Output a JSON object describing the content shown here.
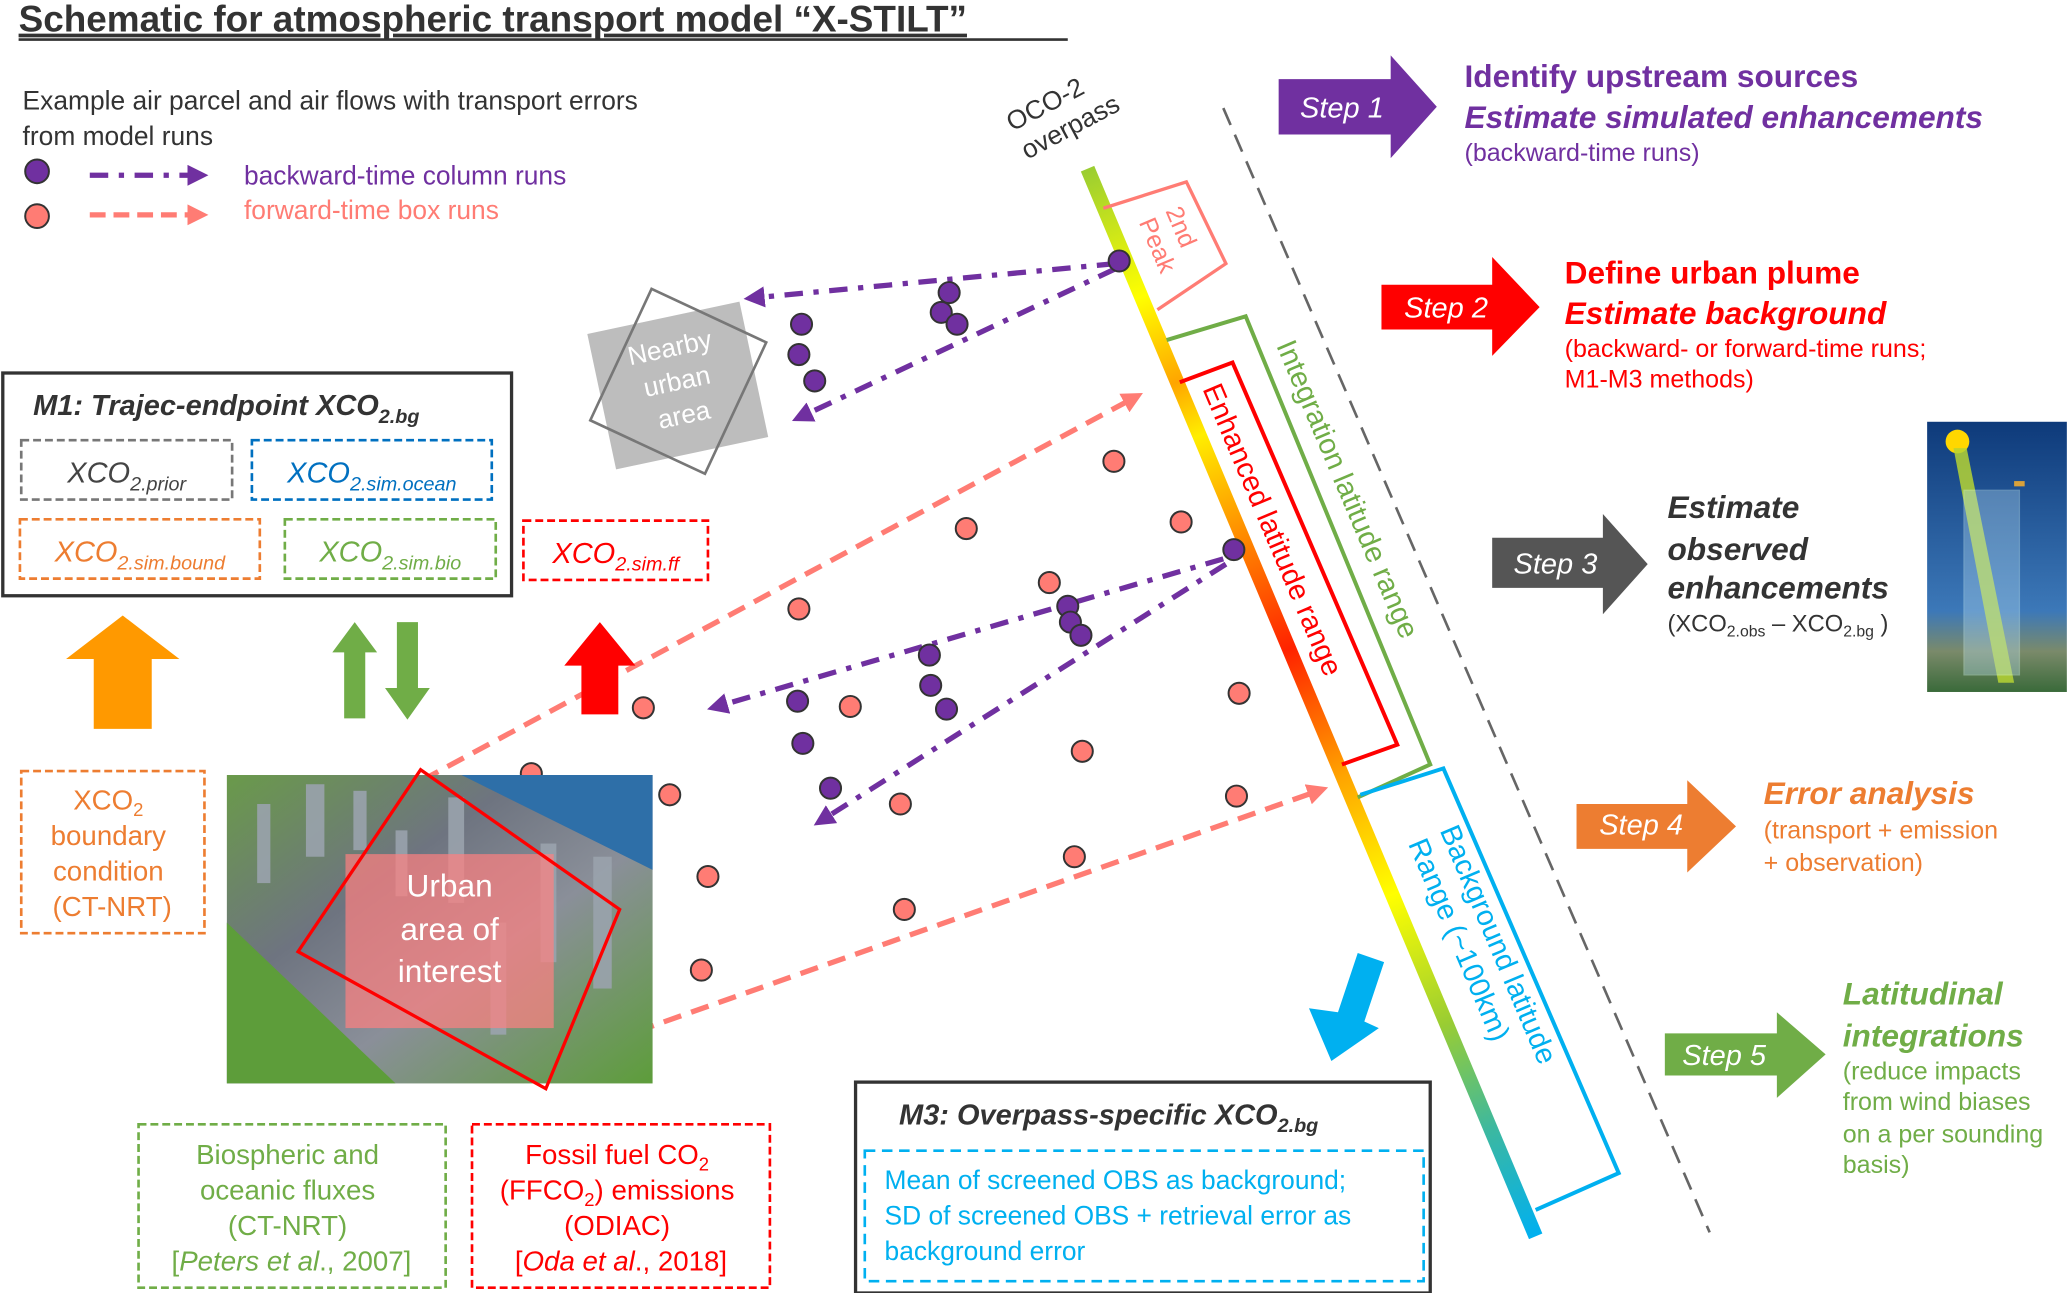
{
  "title": "Schematic for atmospheric transport model “X-STILT”",
  "legend": {
    "intro_line1": "Example air parcel and air flows with transport errors",
    "intro_line2": "from model runs",
    "backward": "backward-time column runs",
    "forward": "forward-time box runs"
  },
  "colors": {
    "purple": "#7030a0",
    "pink": "#ff7c74",
    "red": "#ff0000",
    "orange": "#ed7d31",
    "green": "#70ad47",
    "blue": "#00b0f0",
    "gray": "#555555"
  },
  "overpass_label": [
    "OCO-2",
    "overpass"
  ],
  "peak_label": [
    "2nd",
    "Peak"
  ],
  "nearby": [
    "Nearby",
    "urban",
    "area"
  ],
  "ranges": {
    "integration": "Integration latitude range",
    "enhanced": "Enhanced latitude range",
    "background1": "Background latitude",
    "background2": "Range (~100km)"
  },
  "m1": {
    "title": "M1: Trajec-endpoint XCO",
    "title_sub": "2.bg",
    "boxes": [
      {
        "base": "XCO",
        "sub": "2.prior"
      },
      {
        "base": "XCO",
        "sub": "2.sim.ocean"
      },
      {
        "base": "XCO",
        "sub": "2.sim.bound"
      },
      {
        "base": "XCO",
        "sub": "2.sim.bio"
      }
    ],
    "ff": {
      "base": "XCO",
      "sub": "2.sim.ff"
    }
  },
  "boundary": {
    "l1": "XCO",
    "l1sub": "2",
    "l2": "boundary",
    "l3": "condition",
    "l4": "(CT-NRT)"
  },
  "urban": [
    "Urban",
    "area of",
    "interest"
  ],
  "bio": {
    "l1": "Biospheric and",
    "l2": "oceanic fluxes",
    "l3": "(CT-NRT)",
    "l4a": "[",
    "l4b": "Peters et al",
    "l4c": "., 2007]"
  },
  "fossil": {
    "l1": "Fossil fuel CO",
    "l1sub": "2",
    "l2a": "(FFCO",
    "l2sub": "2",
    "l2b": ") emissions",
    "l3": "(ODIAC)",
    "l4a": "[",
    "l4b": "Oda et al",
    "l4c": "., 2018]"
  },
  "m3": {
    "title": "M3: Overpass-specific XCO",
    "title_sub": "2.bg",
    "lines": [
      "Mean of screened OBS as background;",
      "SD of screened OBS + retrieval error as",
      "background error"
    ]
  },
  "steps": [
    {
      "label": "Step 1",
      "lines": [
        "Identify upstream sources",
        "Estimate simulated enhancements",
        "(backward-time runs)"
      ]
    },
    {
      "label": "Step 2",
      "lines": [
        "Define urban plume",
        "Estimate background",
        "(backward- or forward-time runs;",
        "M1-M3 methods)"
      ]
    },
    {
      "label": "Step 3",
      "lines": [
        "Estimate",
        "observed",
        "enhancements"
      ],
      "formula": {
        "a": "(XCO",
        "asub": "2.obs",
        "b": " – XCO",
        "bsub": "2.bg",
        "c": " )"
      }
    },
    {
      "label": "Step 4",
      "lines": [
        "Error analysis",
        "(transport + emission",
        "+ observation)"
      ]
    },
    {
      "label": "Step 5",
      "lines": [
        "Latitudinal",
        "integrations",
        "(reduce impacts",
        "from wind biases",
        "on a per sounding",
        "basis)"
      ]
    }
  ]
}
